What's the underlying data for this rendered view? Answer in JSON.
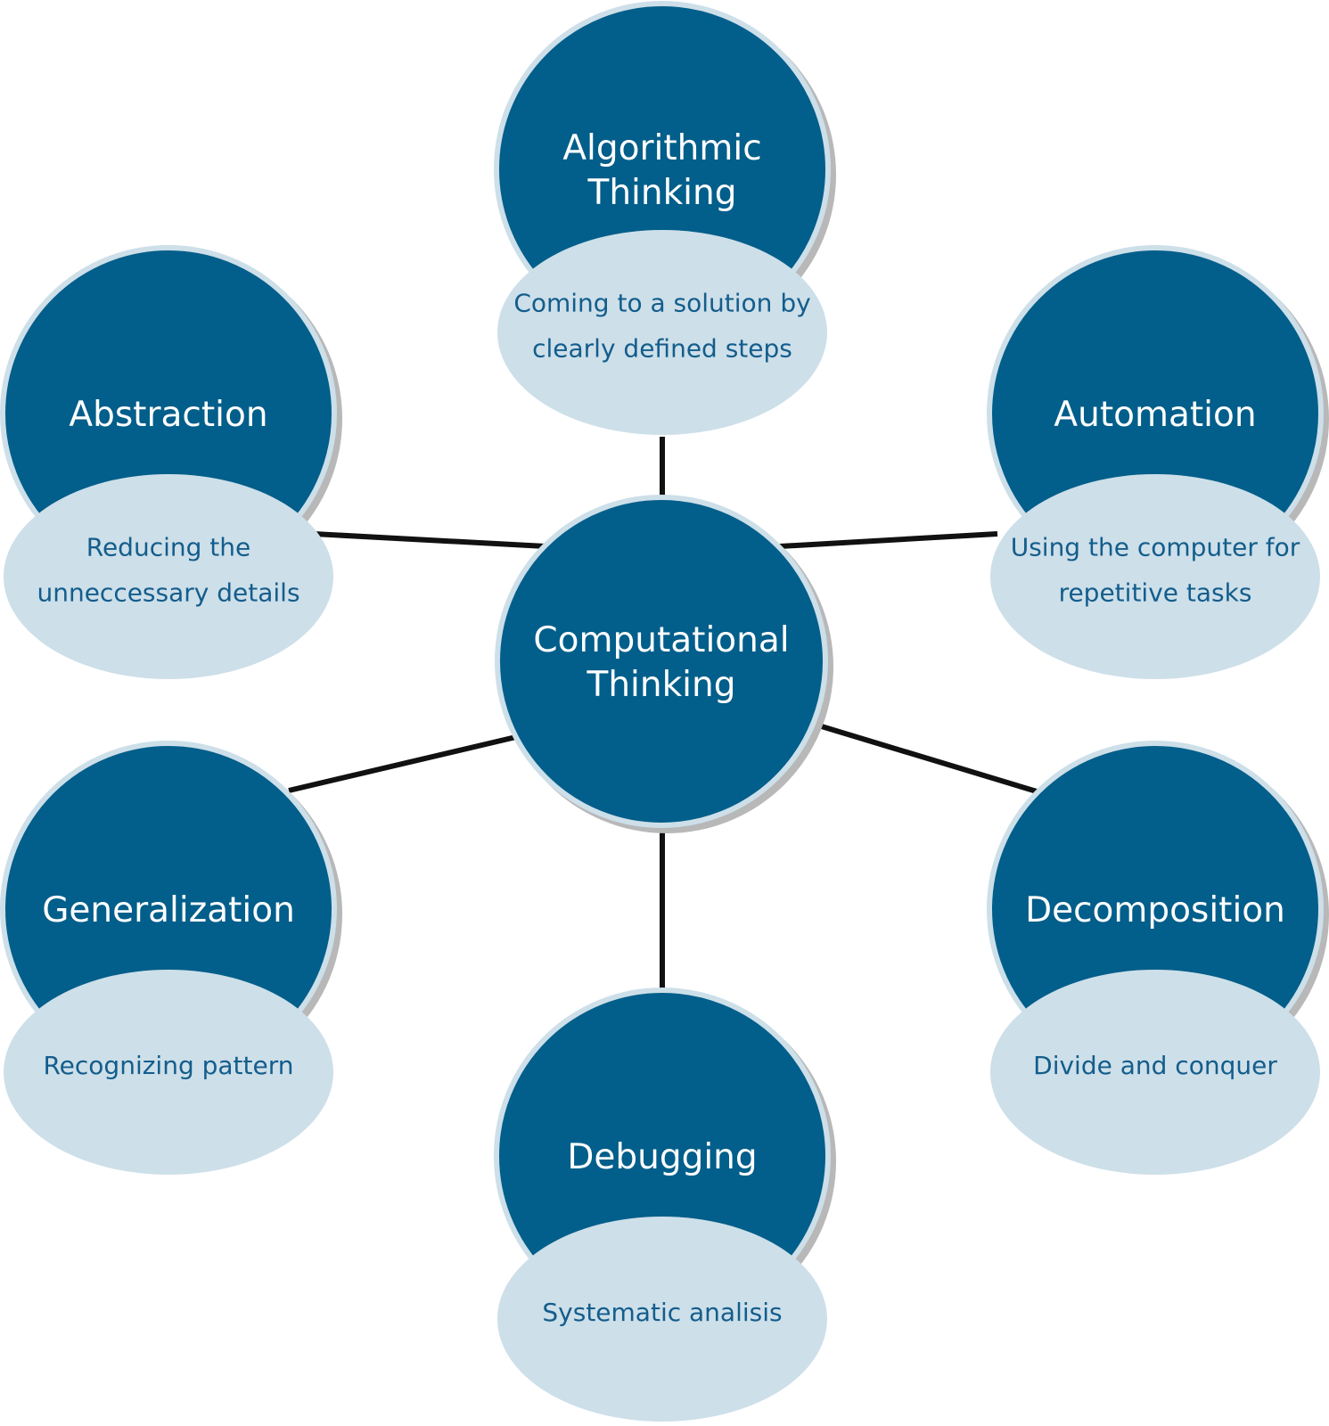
{
  "center": {
    "title": [
      "Computational",
      "Thinking"
    ]
  },
  "nodes": [
    {
      "id": "algorithmic-thinking",
      "title": [
        "Algorithmic",
        "Thinking"
      ],
      "desc": [
        "Coming to a solution by",
        "clearly defined steps"
      ]
    },
    {
      "id": "abstraction",
      "title": [
        "Abstraction"
      ],
      "desc": [
        "Reducing the",
        "unneccessary details"
      ]
    },
    {
      "id": "automation",
      "title": [
        "Automation"
      ],
      "desc": [
        "Using the computer for",
        "repetitive tasks"
      ]
    },
    {
      "id": "generalization",
      "title": [
        "Generalization"
      ],
      "desc": [
        "Recognizing pattern"
      ]
    },
    {
      "id": "decomposition",
      "title": [
        "Decomposition"
      ],
      "desc": [
        "Divide and conquer"
      ]
    },
    {
      "id": "debugging",
      "title": [
        "Debugging"
      ],
      "desc": [
        "Systematic analisis"
      ]
    }
  ],
  "colors": {
    "circle": "#025e8a",
    "ellipse": "#cddfe9",
    "line": "#111111",
    "shadow": "#b8b8b8"
  }
}
